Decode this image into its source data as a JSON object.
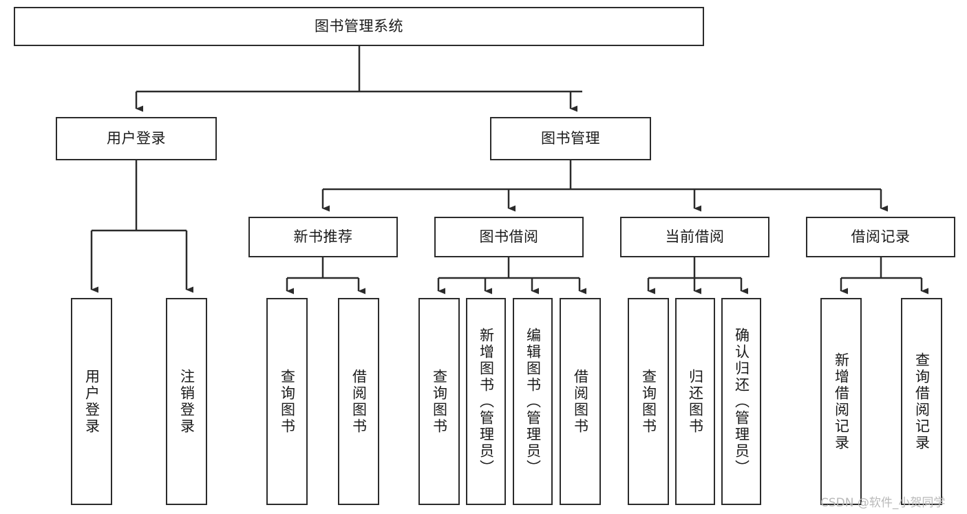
{
  "diagram": {
    "type": "tree-hierarchy-chart",
    "title_node": {
      "label": "图书管理系统"
    },
    "level2": [
      {
        "label": "用户登录"
      },
      {
        "label": "图书管理"
      }
    ],
    "level3": [
      {
        "label": "新书推荐"
      },
      {
        "label": "图书借阅"
      },
      {
        "label": "当前借阅"
      },
      {
        "label": "借阅记录"
      }
    ],
    "leaves": {
      "user_login": [
        {
          "label": "用户登录"
        },
        {
          "label": "注销登录"
        }
      ],
      "new_book_recommend": [
        {
          "label": "查询图书"
        },
        {
          "label": "借阅图书"
        }
      ],
      "book_borrow": [
        {
          "label": "查询图书"
        },
        {
          "label": "新增图书（管理员）"
        },
        {
          "label": "编辑图书（管理员）"
        },
        {
          "label": "借阅图书"
        }
      ],
      "current_borrow": [
        {
          "label": "查询图书"
        },
        {
          "label": "归还图书"
        },
        {
          "label": "确认归还（管理员）"
        }
      ],
      "borrow_record": [
        {
          "label": "新增借阅记录"
        },
        {
          "label": "查询借阅记录"
        }
      ]
    },
    "watermark": "CSDN @软件_小贺同学",
    "colors": {
      "stroke": "#2b2b2b",
      "box_fill": "#ffffff",
      "text": "#1a1a1a",
      "watermark": "#b9b9b9",
      "background": "#ffffff"
    }
  }
}
